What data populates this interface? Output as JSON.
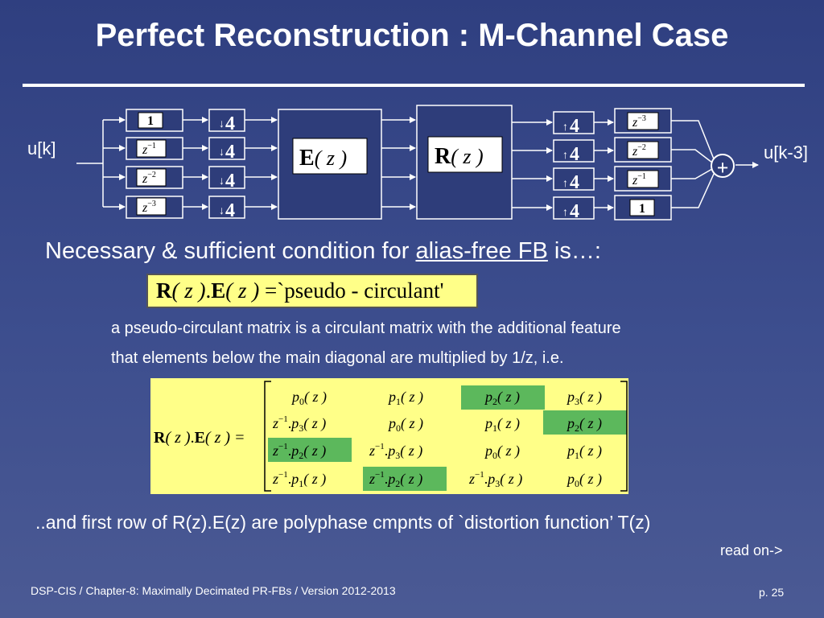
{
  "slide": {
    "title": "Perfect Reconstruction : M-Channel Case",
    "input_label": "u[k]",
    "output_label": "u[k-3]",
    "analysis_delays": [
      "1",
      "z",
      "z",
      "z"
    ],
    "analysis_delay_exps": [
      "",
      "−1",
      "−2",
      "−3"
    ],
    "decimator_label": "4",
    "expander_label": "4",
    "E_block": "E",
    "R_block": "R",
    "block_arg": "( z )",
    "synthesis_delays": [
      "z",
      "z",
      "z",
      "1"
    ],
    "synthesis_delay_exps": [
      "−3",
      "−2",
      "−1",
      ""
    ],
    "sum_symbol": "+",
    "condition_pre": "Necessary & sufficient condition for ",
    "condition_link": "alias-free FB",
    "condition_post": " is…:",
    "condition_formula": {
      "R": "R",
      "arg1": "( z )",
      "dot": ".",
      "E": "E",
      "arg2": "( z )",
      "rhs": " =`pseudo - circulant'"
    },
    "note_line1": "a pseudo-circulant matrix is a circulant matrix with the additional feature",
    "note_line2": "that elements below the main diagonal are multiplied by 1/z, i.e.",
    "matrix_lhs": {
      "R": "R",
      "arg1": "( z )",
      "dot": ".",
      "E": "E",
      "arg2": "( z ) ="
    },
    "matrix": {
      "rows": [
        [
          {
            "z": "",
            "p": "p",
            "s": "0"
          },
          {
            "z": "",
            "p": "p",
            "s": "1"
          },
          {
            "z": "",
            "p": "p",
            "s": "2"
          },
          {
            "z": "",
            "p": "p",
            "s": "3"
          }
        ],
        [
          {
            "z": "z",
            "p": "p",
            "s": "3"
          },
          {
            "z": "",
            "p": "p",
            "s": "0"
          },
          {
            "z": "",
            "p": "p",
            "s": "1"
          },
          {
            "z": "",
            "p": "p",
            "s": "2"
          }
        ],
        [
          {
            "z": "z",
            "p": "p",
            "s": "2"
          },
          {
            "z": "z",
            "p": "p",
            "s": "3"
          },
          {
            "z": "",
            "p": "p",
            "s": "0"
          },
          {
            "z": "",
            "p": "p",
            "s": "1"
          }
        ],
        [
          {
            "z": "z",
            "p": "p",
            "s": "1"
          },
          {
            "z": "z",
            "p": "p",
            "s": "2"
          },
          {
            "z": "z",
            "p": "p",
            "s": "3"
          },
          {
            "z": "",
            "p": "p",
            "s": "0"
          }
        ]
      ],
      "z_exp": "−1",
      "dot": ".",
      "arg": "( z )"
    },
    "closing_line": "..and first row of R(z).E(z) are polyphase cmpnts of `distortion function’ T(z)",
    "read_on": "read on->",
    "footer": "DSP-CIS  /  Chapter-8: Maximally Decimated PR-FBs  /  Version 2012-2013",
    "page": "p. 25"
  },
  "colors": {
    "background": "#3a4a8a",
    "formula_bg": "#ffff88",
    "highlight": "#5cb85c"
  }
}
